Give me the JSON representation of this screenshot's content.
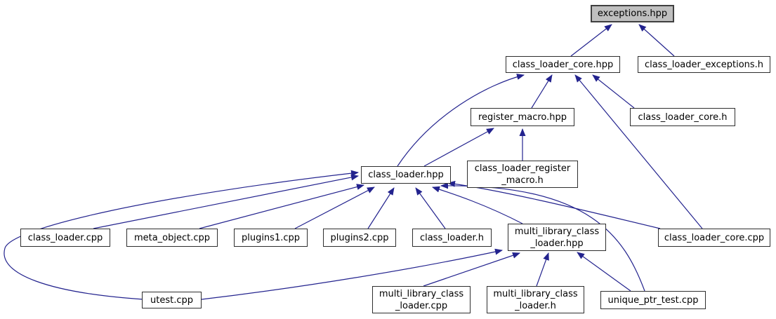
{
  "diagram": {
    "kind": "include-dependency-graph",
    "colors": {
      "edge": "#23238e",
      "node_fill": "#ffffff",
      "node_border": "#2e2e2e",
      "highlight_fill": "#bfbfbf"
    },
    "nodes": [
      {
        "id": "exceptions.hpp",
        "label": "exceptions.hpp",
        "highlighted": true
      },
      {
        "id": "class_loader_core.hpp",
        "label": "class_loader_core.hpp",
        "highlighted": false
      },
      {
        "id": "class_loader_exceptions.h",
        "label": "class_loader_exceptions.h",
        "highlighted": false
      },
      {
        "id": "register_macro.hpp",
        "label": "register_macro.hpp",
        "highlighted": false
      },
      {
        "id": "class_loader_core.h",
        "label": "class_loader_core.h",
        "highlighted": false
      },
      {
        "id": "class_loader.hpp",
        "label": "class_loader.hpp",
        "highlighted": false
      },
      {
        "id": "class_loader_register_macro.h",
        "label": "class_loader_register\n_macro.h",
        "highlighted": false
      },
      {
        "id": "class_loader.cpp",
        "label": "class_loader.cpp",
        "highlighted": false
      },
      {
        "id": "meta_object.cpp",
        "label": "meta_object.cpp",
        "highlighted": false
      },
      {
        "id": "plugins1.cpp",
        "label": "plugins1.cpp",
        "highlighted": false
      },
      {
        "id": "plugins2.cpp",
        "label": "plugins2.cpp",
        "highlighted": false
      },
      {
        "id": "class_loader.h",
        "label": "class_loader.h",
        "highlighted": false
      },
      {
        "id": "multi_library_class_loader.hpp",
        "label": "multi_library_class\n_loader.hpp",
        "highlighted": false
      },
      {
        "id": "class_loader_core.cpp",
        "label": "class_loader_core.cpp",
        "highlighted": false
      },
      {
        "id": "utest.cpp",
        "label": "utest.cpp",
        "highlighted": false
      },
      {
        "id": "multi_library_class_loader.cpp",
        "label": "multi_library_class\n_loader.cpp",
        "highlighted": false
      },
      {
        "id": "multi_library_class_loader.h",
        "label": "multi_library_class\n_loader.h",
        "highlighted": false
      },
      {
        "id": "unique_ptr_test.cpp",
        "label": "unique_ptr_test.cpp",
        "highlighted": false
      }
    ],
    "edges": [
      {
        "from": "class_loader_core.hpp",
        "to": "exceptions.hpp"
      },
      {
        "from": "class_loader_exceptions.h",
        "to": "exceptions.hpp"
      },
      {
        "from": "register_macro.hpp",
        "to": "class_loader_core.hpp"
      },
      {
        "from": "class_loader.hpp",
        "to": "class_loader_core.hpp"
      },
      {
        "from": "class_loader_core.h",
        "to": "class_loader_core.hpp"
      },
      {
        "from": "class_loader_core.cpp",
        "to": "class_loader_core.hpp"
      },
      {
        "from": "class_loader.hpp",
        "to": "register_macro.hpp"
      },
      {
        "from": "class_loader_register_macro.h",
        "to": "register_macro.hpp"
      },
      {
        "from": "class_loader.cpp",
        "to": "class_loader.hpp"
      },
      {
        "from": "utest.cpp",
        "to": "class_loader.hpp"
      },
      {
        "from": "meta_object.cpp",
        "to": "class_loader.hpp"
      },
      {
        "from": "plugins1.cpp",
        "to": "class_loader.hpp"
      },
      {
        "from": "plugins2.cpp",
        "to": "class_loader.hpp"
      },
      {
        "from": "class_loader.h",
        "to": "class_loader.hpp"
      },
      {
        "from": "multi_library_class_loader.hpp",
        "to": "class_loader.hpp"
      },
      {
        "from": "class_loader_core.cpp",
        "to": "class_loader.hpp"
      },
      {
        "from": "unique_ptr_test.cpp",
        "to": "class_loader.hpp"
      },
      {
        "from": "multi_library_class_loader.cpp",
        "to": "multi_library_class_loader.hpp"
      },
      {
        "from": "multi_library_class_loader.h",
        "to": "multi_library_class_loader.hpp"
      },
      {
        "from": "unique_ptr_test.cpp",
        "to": "multi_library_class_loader.hpp"
      },
      {
        "from": "utest.cpp",
        "to": "multi_library_class_loader.hpp"
      }
    ]
  }
}
